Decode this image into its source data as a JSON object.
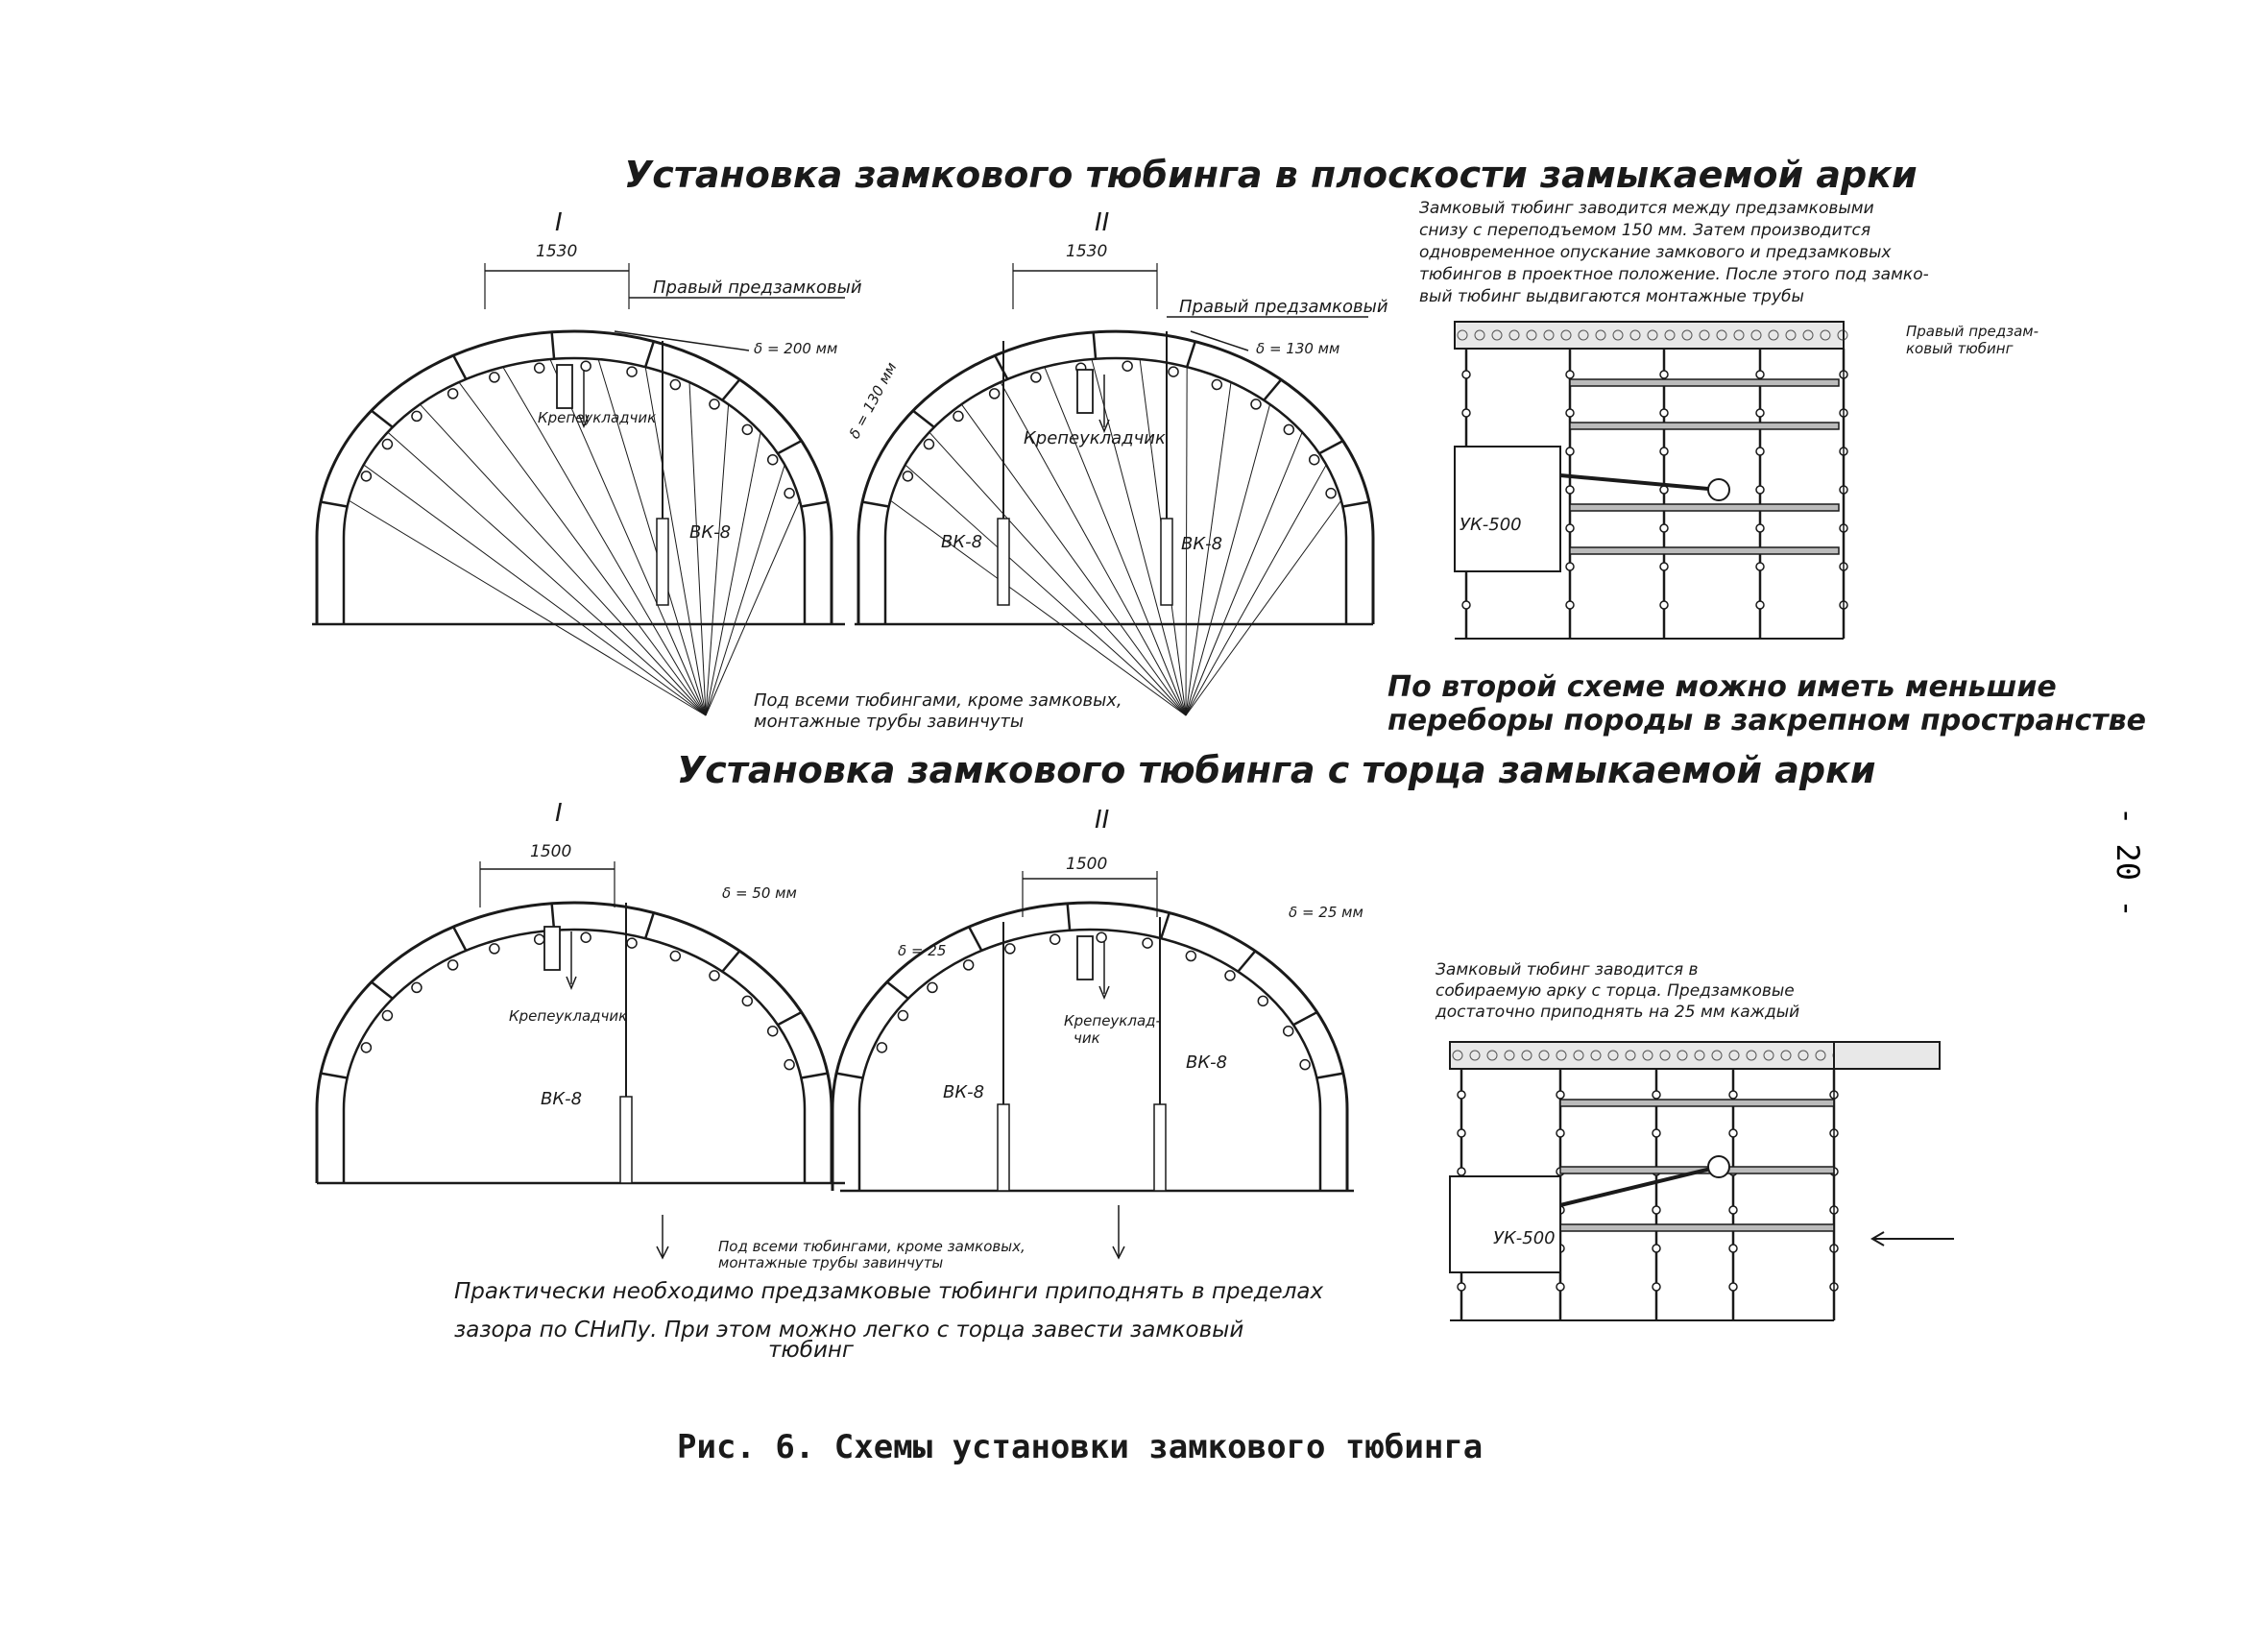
{
  "heading_top": "Установка замкового тюбинга в плоскости замыкаемой арки",
  "heading_bottom": "Установка замкового тюбинга с торца замыкаемой арки",
  "top": {
    "scheme_1": {
      "roman": "I",
      "span_dim": "1530",
      "right_label": "Правый предзамковый",
      "gap_label": "δ = 200 мм",
      "support_label": "Крепеукладчик",
      "bk_label": "ВК-8"
    },
    "scheme_2": {
      "roman": "II",
      "span_dim": "1530",
      "right_label": "Правый предзамковый",
      "gap_label": "δ = 130 мм",
      "gap_label_left": "δ = 130 мм",
      "support_label": "Крепеукладчик",
      "bk_label_left": "ВК-8",
      "bk_label_right": "ВК-8"
    },
    "fan_note": [
      "Под всеми тюбингами, кроме замковых,",
      "монтажные трубы завинчуты"
    ],
    "side_note": [
      "Замковый тюбинг заводится между предзамковыми",
      "снизу с переподъемом 150 мм. Затем производится",
      "одновременное опускание замкового и предзамковых",
      "тюбингов в проектное положение. После этого под замко-",
      "вый тюбинг выдвигаются монтажные трубы"
    ],
    "side_label": [
      "Правый предзам-",
      "ковый тюбинг"
    ],
    "machine_label": "УК-500",
    "conclusion": [
      "По второй схеме можно иметь меньшие",
      "переборы породы в закрепном пространстве"
    ]
  },
  "bottom": {
    "scheme_1": {
      "roman": "I",
      "span_dim": "1500",
      "gap_label": "δ = 50 мм",
      "support_label": "Крепеукладчик",
      "bk_label": "ВК-8"
    },
    "scheme_2": {
      "roman": "II",
      "span_dim": "1500",
      "gap_label_left": "δ = 25",
      "gap_label": "δ = 25 мм",
      "support_label": [
        "Крепеуклад-",
        "чик"
      ],
      "bk_label_left": "ВК-8",
      "bk_label_right": "ВК-8"
    },
    "fan_note": [
      "Под всеми тюбингами, кроме замковых,",
      "монтажные трубы завинчуты"
    ],
    "practical_note": [
      "Практически необходимо предзамковые тюбинги приподнять в пределах",
      "зазора по СНиПу. При этом можно легко с торца завести замковый",
      "тюбинг"
    ],
    "side_note": [
      "Замковый тюбинг заводится в",
      "собираемую арку с торца. Предзамковые",
      "достаточно приподнять на 25 мм каждый"
    ],
    "machine_label": "УК-500"
  },
  "page_number": "- 20 -",
  "caption": "Рис. 6. Схемы установки замкового тюбинга"
}
